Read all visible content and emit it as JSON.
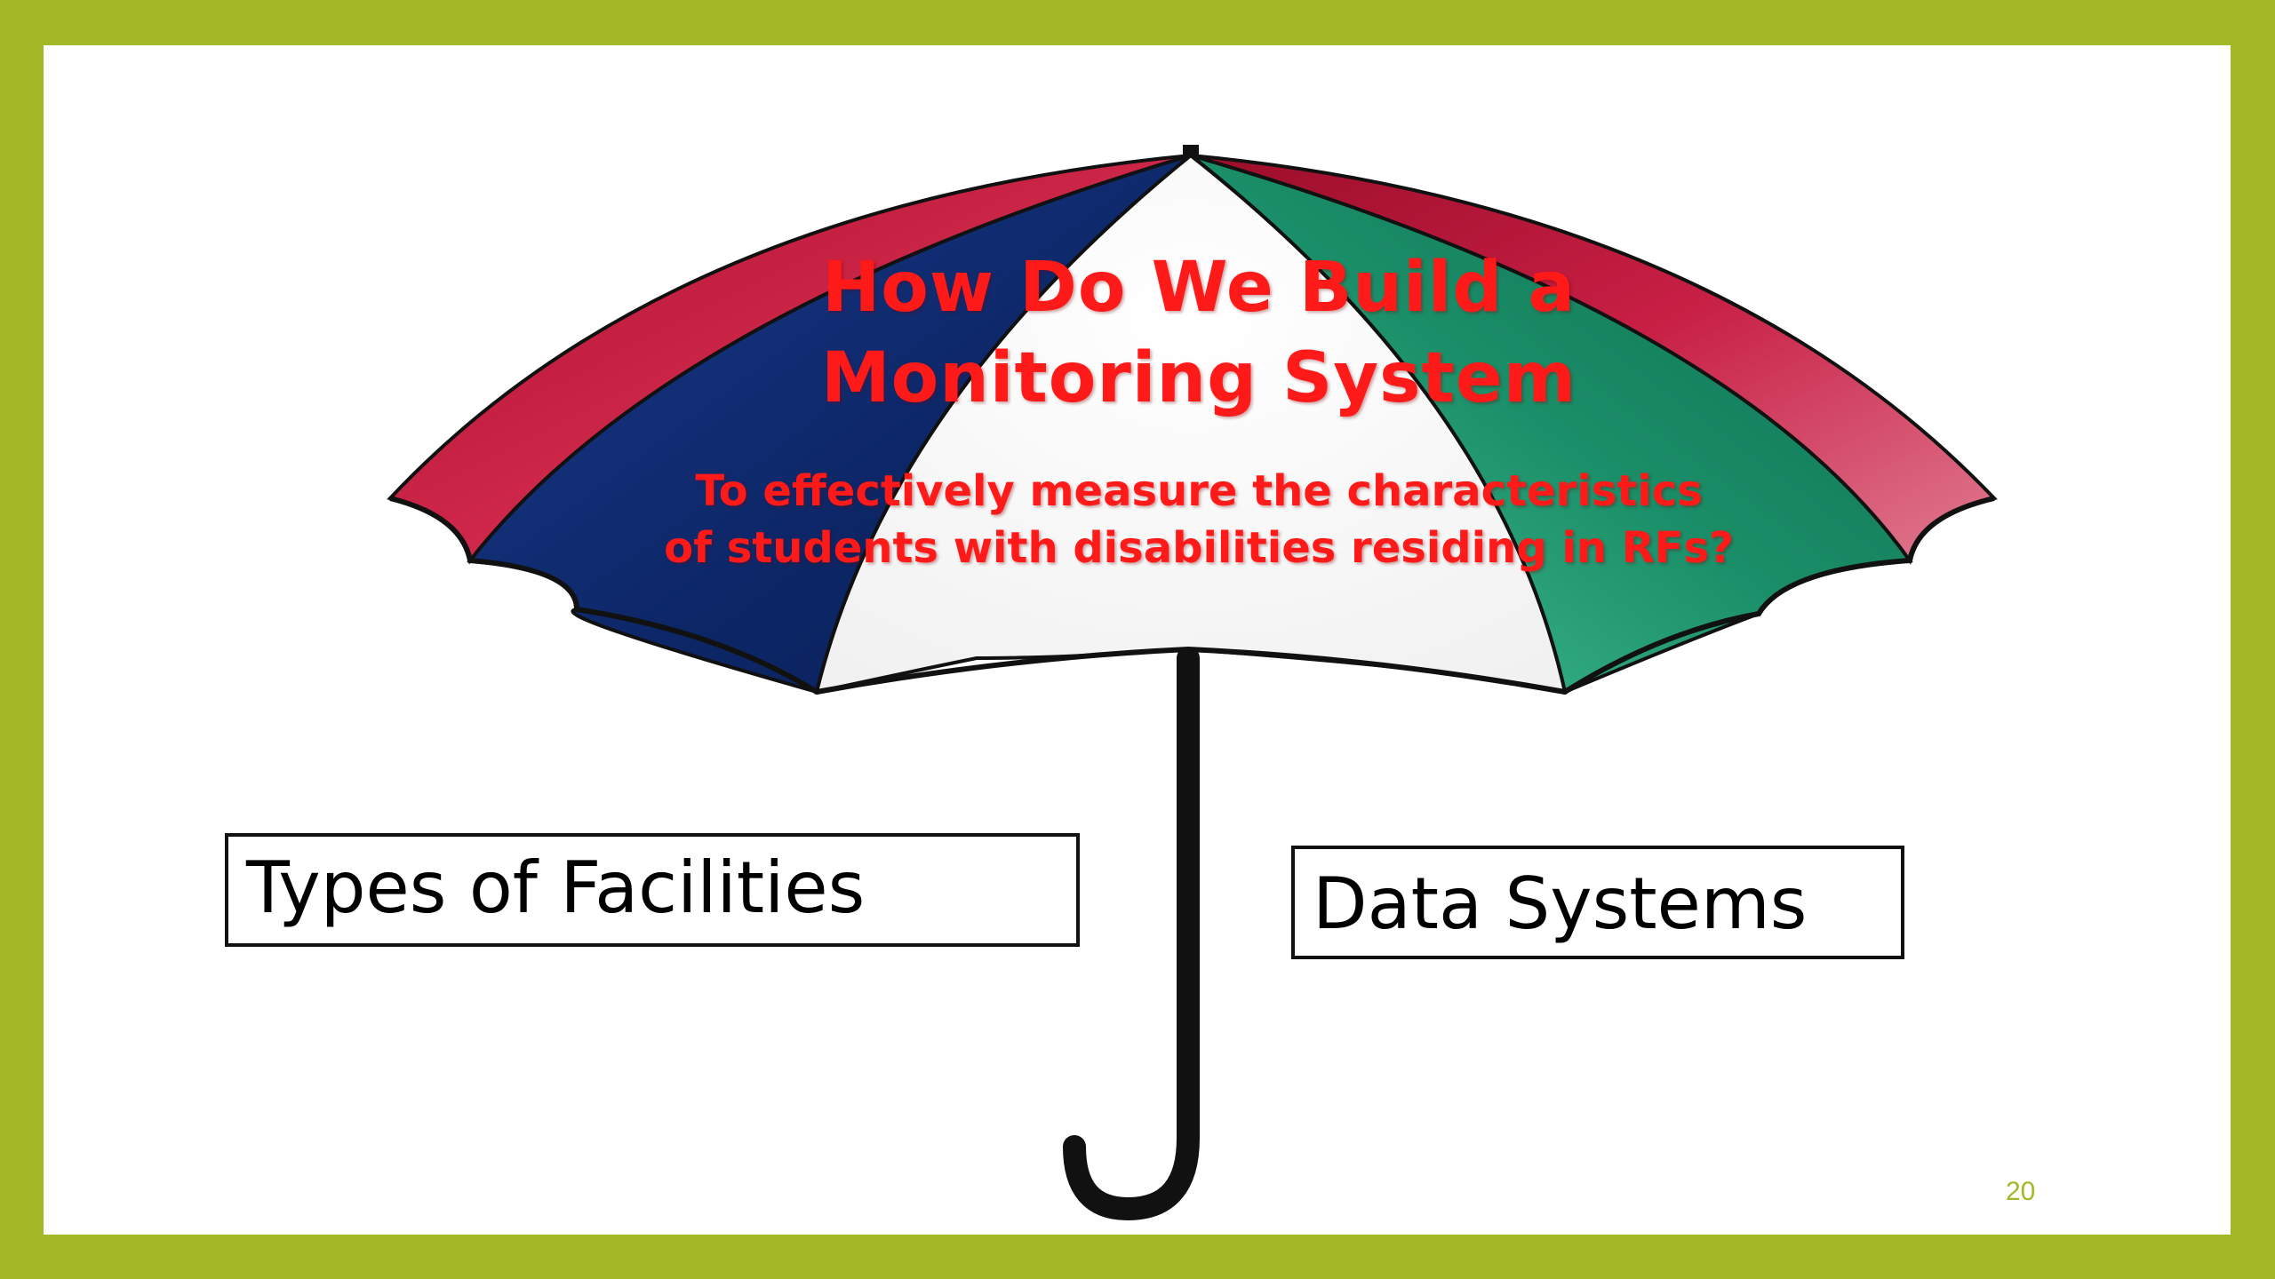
{
  "slide": {
    "title_line1": "How Do We Build a",
    "title_line2": "Monitoring System",
    "subtitle_line1": "To effectively measure the characteristics",
    "subtitle_line2": "of students with disabilities residing in RFs?",
    "left_box_label": "Types of Facilities",
    "right_box_label": "Data Systems",
    "page_number": "20"
  },
  "colors": {
    "frame": "#a3b826",
    "title_text": "#ff1a1a",
    "canopy_red": "#c8193f",
    "canopy_blue": "#0f2d7a",
    "canopy_green": "#1a8a66",
    "canopy_white": "#ffffff"
  },
  "icons": {
    "umbrella": "umbrella-illustration"
  }
}
